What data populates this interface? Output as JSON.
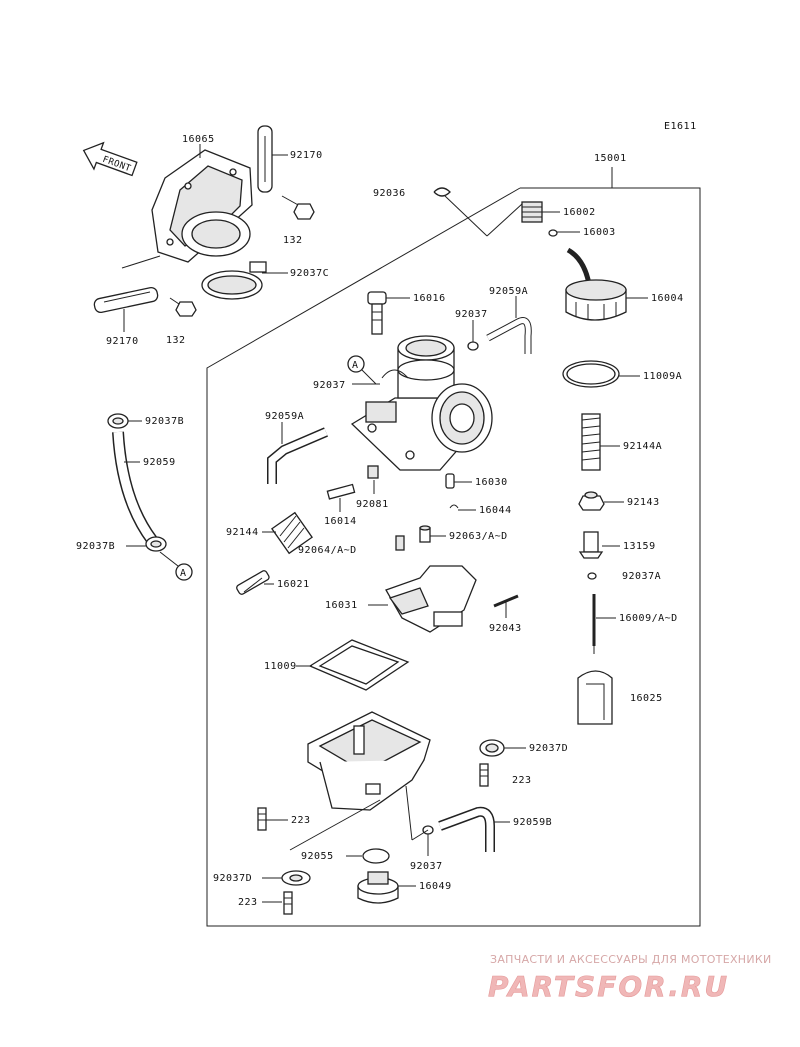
{
  "diagram_code": "E1611",
  "front_label": "FRONT",
  "callout_a": "A",
  "labels": {
    "p16065": "16065",
    "p92170_top": "92170",
    "p132_top": "132",
    "p92037c": "92037C",
    "p92170_bot": "92170",
    "p132_bot": "132",
    "p15001": "15001",
    "p92036": "92036",
    "p16002": "16002",
    "p16003": "16003",
    "p16004": "16004",
    "p16016": "16016",
    "p92059a_top": "92059A",
    "p92037_top": "92037",
    "p92037_mid": "92037",
    "p11009a": "11009A",
    "p92037b_top": "92037B",
    "p92059": "92059",
    "p92037b_bot": "92037B",
    "p92059a_left": "92059A",
    "p92144a": "92144A",
    "p16030": "16030",
    "p92081": "92081",
    "p16014": "16014",
    "p16044": "16044",
    "p92143": "92143",
    "p92144": "92144",
    "p92064": "92064/A~D",
    "p92063": "92063/A~D",
    "p13159": "13159",
    "p92037a": "92037A",
    "p16021": "16021",
    "p16031": "16031",
    "p92043": "92043",
    "p16009": "16009/A~D",
    "p11009": "11009",
    "p16025": "16025",
    "p92037d_right": "92037D",
    "p223_right": "223",
    "p223_left": "223",
    "p92059b": "92059B",
    "p92055": "92055",
    "p92037_bot": "92037",
    "p92037d_left": "92037D",
    "p16049": "16049",
    "p223_bot": "223"
  },
  "watermark": {
    "tagline": "ЗАПЧАСТИ И АКСЕССУАРЫ ДЛЯ МОТОТЕХНИКИ",
    "logo": "PARTSFOR.RU"
  }
}
